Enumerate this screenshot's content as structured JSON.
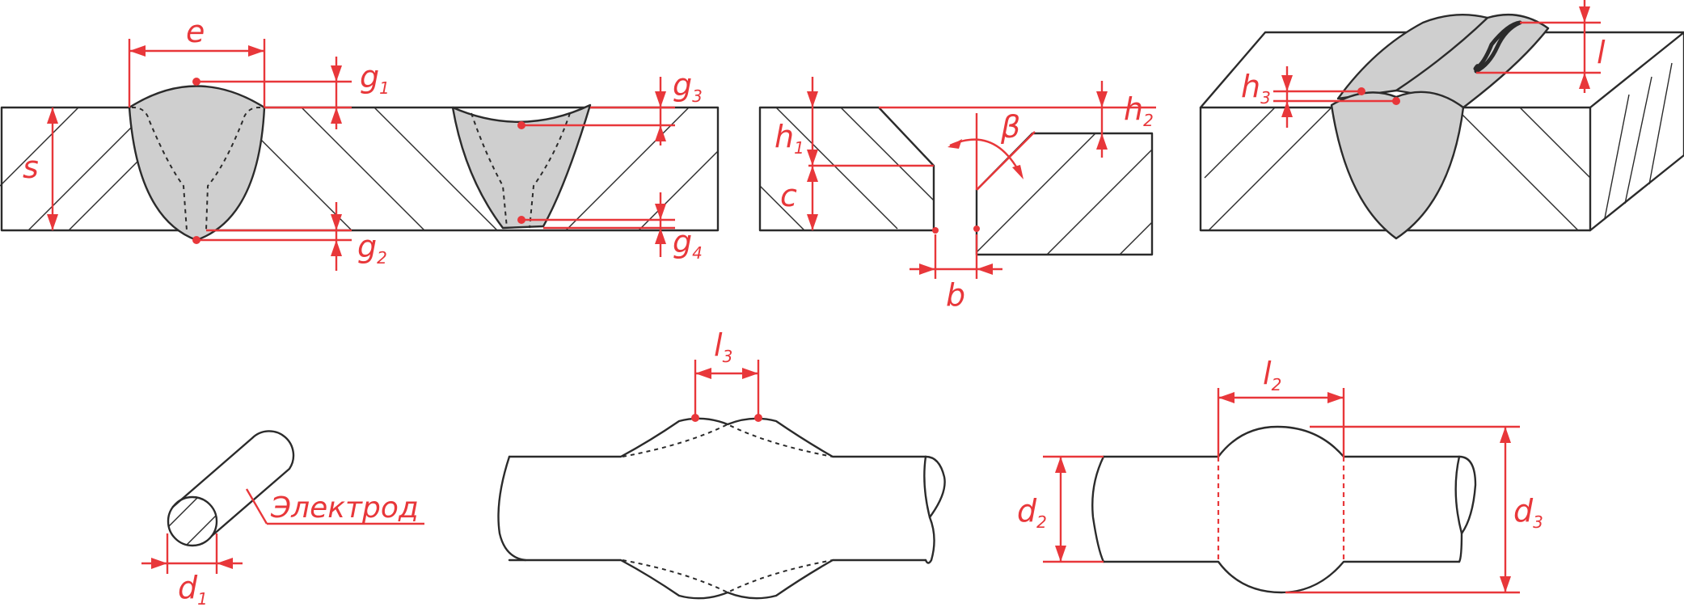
{
  "colors": {
    "dimension": "#e8373a",
    "outline": "#2b2b2b",
    "weld_fill": "#cfcfcf",
    "background": "#ffffff"
  },
  "labels": {
    "e": "e",
    "s": "s",
    "g1": "g",
    "g1_sub": "1",
    "g2": "g",
    "g2_sub": "2",
    "g3": "g",
    "g3_sub": "3",
    "g4": "g",
    "g4_sub": "4",
    "h1": "h",
    "h1_sub": "1",
    "h2": "h",
    "h2_sub": "2",
    "h3": "h",
    "h3_sub": "3",
    "c": "c",
    "b": "b",
    "beta": "β",
    "l": "l",
    "l2": "l",
    "l2_sub": "2",
    "l3": "l",
    "l3_sub": "3",
    "d1": "d",
    "d1_sub": "1",
    "d2": "d",
    "d2_sub": "2",
    "d3": "d",
    "d3_sub": "3",
    "electrode": "Электрод"
  }
}
